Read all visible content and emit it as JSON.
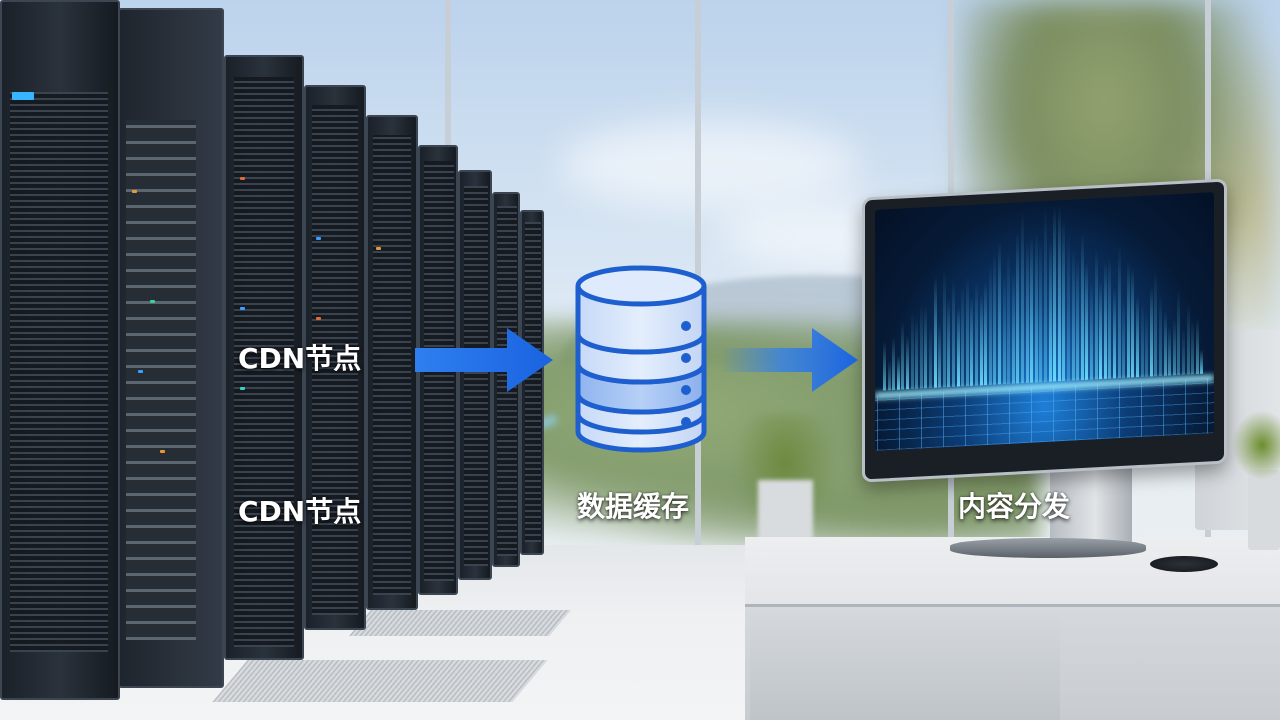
{
  "labels": {
    "cdn_node_top": "CDN节点",
    "cdn_node_bottom": "CDN节点",
    "data_cache": "数据缓存",
    "content_delivery": "内容分发"
  },
  "colors": {
    "arrow_blue": "#1f6fe8",
    "db_fill_light": "#d6e4fb",
    "db_fill_mid": "#a9c6f3",
    "db_outline": "#1e5fcf",
    "label_text": "#ffffff"
  },
  "icons": {
    "database": "database-icon",
    "arrow": "arrow-right-icon"
  }
}
